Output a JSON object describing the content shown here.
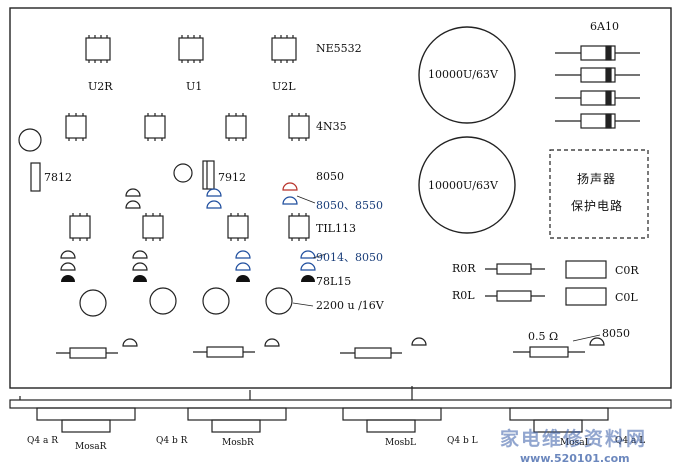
{
  "labels": {
    "ne5532": "NE5532",
    "u2r": "U2R",
    "u1": "U1",
    "u2l": "U2L",
    "n4n35": "4N35",
    "r7812": "7812",
    "r7912": "7912",
    "t8050a": "8050",
    "t8050_8550": "8050、8550",
    "til113": "TIL113",
    "t9014_8050": "9014、8050",
    "r78l15": "78L15",
    "cap2200": "2200 u /16V",
    "cap10000a": "10000U/63V",
    "cap10000b": "10000U/63V",
    "d6a10": "6A10",
    "prot1": "扬声器",
    "prot2": "保护电路",
    "r0r": "R0R",
    "r0l": "R0L",
    "c0r": "C0R",
    "c0l": "C0L",
    "r05": "0.5 Ω",
    "t8050b": "8050",
    "q4ar": "Q4 a R",
    "mosar": "MosaR",
    "q4br": "Q4 b R",
    "mosbr": "MosbR",
    "mosbl": "MosbL",
    "q4bl": "Q4 b L",
    "mosal": "MosaL",
    "q4al": "Q4 a L"
  },
  "watermark": {
    "title": "家电维修资料网",
    "url": "www.520101.com"
  },
  "colors": {
    "line": "#1a1a1a",
    "highlight_blue": "#1f4e9e",
    "highlight_red": "#b8322a",
    "watermark": "#3a5fa8"
  }
}
